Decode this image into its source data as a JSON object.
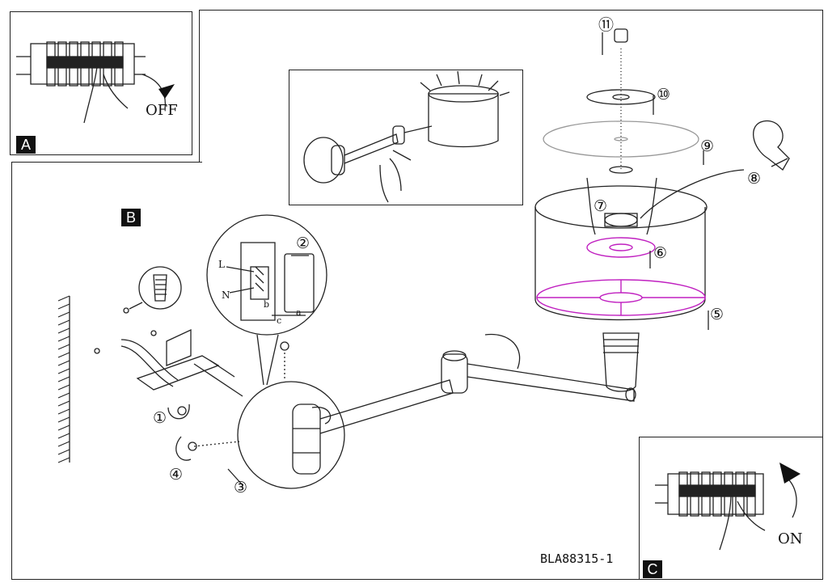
{
  "panels": {
    "a": {
      "letter": "A",
      "text": "OFF"
    },
    "b": {
      "letter": "B"
    },
    "c": {
      "letter": "C",
      "text": "ON"
    }
  },
  "callouts": {
    "step1": "①",
    "step2": "②",
    "step3": "③",
    "step4": "④",
    "step5": "⑤",
    "step6": "⑥",
    "step7": "⑦",
    "step8": "⑧",
    "step9": "⑨",
    "step10": "⑩",
    "step11": "⑪"
  },
  "wiring": {
    "live": "L",
    "neutral": "N",
    "a": "a",
    "b": "b",
    "c": "c"
  },
  "model_code": "BLA88315-1",
  "colors": {
    "line": "#222222",
    "accent": "#c020c0",
    "badge": "#111111"
  }
}
